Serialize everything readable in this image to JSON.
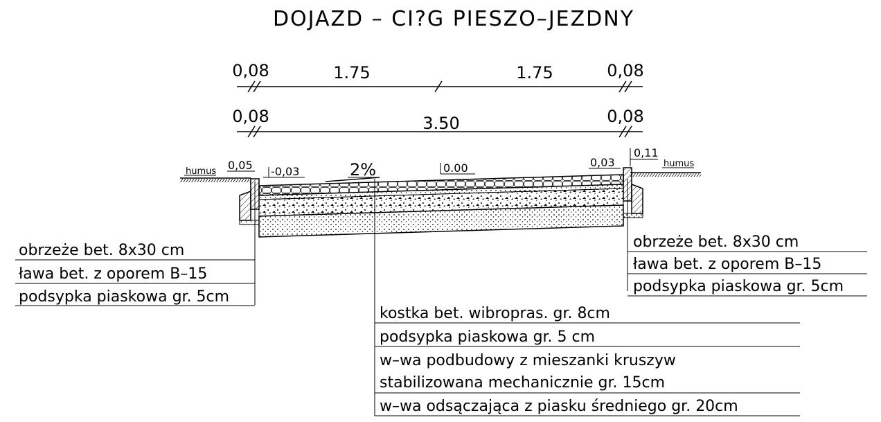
{
  "title": "DOJAZD – CI?G PIESZO–JEZDNY",
  "dimensions": {
    "top_row": [
      "0,08",
      "1.75",
      "1.75",
      "0,08"
    ],
    "second_row": [
      "0,08",
      "3.50",
      "0,08"
    ]
  },
  "levels": {
    "left_edge": "0,05",
    "left_inner": "-0,03",
    "slope": "2%",
    "center": "0.00",
    "right_inner": "0,03",
    "right_edge": "0,11",
    "humus_left": "humus",
    "humus_right": "humus"
  },
  "left_labels": [
    "obrzeże bet. 8x30 cm",
    "ława bet. z oporem B–15",
    "podsypka piaskowa gr. 5cm"
  ],
  "right_labels": [
    "obrzeże bet. 8x30 cm",
    "ława bet. z oporem B–15",
    "podsypka piaskowa gr. 5cm"
  ],
  "layers": [
    "kostka bet. wibropras. gr. 8cm",
    "podsypka piaskowa gr. 5 cm",
    "w–wa podbudowy z mieszanki kruszyw",
    "stabilizowana mechanicznie gr. 15cm",
    "w–wa odsączająca z piasku średniego gr. 20cm"
  ]
}
